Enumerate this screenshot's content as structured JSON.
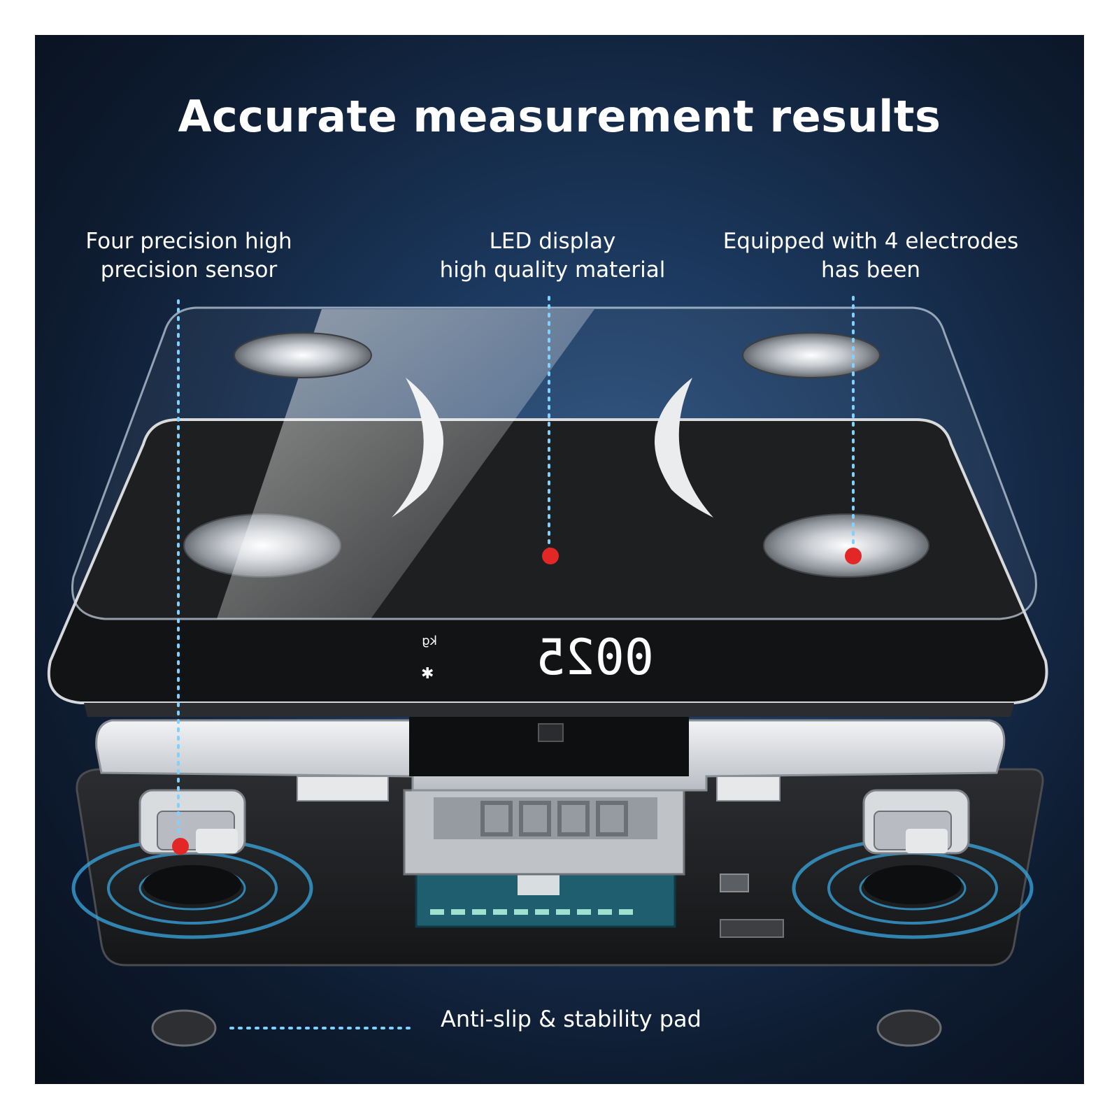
{
  "headline": "Accurate measurement results",
  "callouts": {
    "sensor": {
      "line1": "Four precision high",
      "line2": "precision sensor"
    },
    "display": {
      "line1": "LED display",
      "line2": "high quality material"
    },
    "electrodes": {
      "line1": "Equipped with 4 electrodes",
      "line2": "has been"
    }
  },
  "readout": {
    "value": "0025",
    "unit": "kg"
  },
  "pad_label": "Anti-slip & stability pad",
  "colors": {
    "background": "#12253f",
    "accent_dot": "#e32626",
    "dotted_line": "#7fd1ff",
    "glow_ring": "#3aa8e0"
  }
}
